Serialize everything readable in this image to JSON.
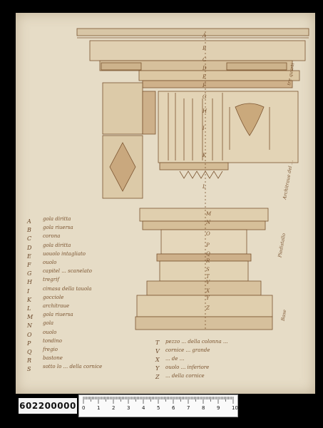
{
  "legend": [
    {
      "letter": "A",
      "text": "gola diritta"
    },
    {
      "letter": "B",
      "text": "gola riuersa"
    },
    {
      "letter": "C",
      "text": "corona"
    },
    {
      "letter": "D",
      "text": "gola diritta"
    },
    {
      "letter": "E",
      "text": "uouolo intagliato"
    },
    {
      "letter": "F",
      "text": "ouolo"
    },
    {
      "letter": "G",
      "text": "capitel ... scanelato"
    },
    {
      "letter": "H",
      "text": "tregrif"
    },
    {
      "letter": "I",
      "text": "cimasa della tauola"
    },
    {
      "letter": "K",
      "text": "gocciole"
    },
    {
      "letter": "L",
      "text": "architraue"
    },
    {
      "letter": "M",
      "text": "gola riuersa"
    },
    {
      "letter": "N",
      "text": "gola"
    },
    {
      "letter": "O",
      "text": "ouolo"
    },
    {
      "letter": "P",
      "text": "tondino"
    },
    {
      "letter": "Q",
      "text": "fregio"
    },
    {
      "letter": "R",
      "text": "bastone"
    },
    {
      "letter": "S",
      "text": "sotto lo ... della cornice"
    }
  ],
  "legend_right": [
    {
      "letter": "T",
      "text": "pezzo ... della colonna ..."
    },
    {
      "letter": "V",
      "text": "cornice ... grande"
    },
    {
      "letter": "X",
      "text": "... de ..."
    },
    {
      "letter": "Y",
      "text": "ouolo ... inferiore"
    },
    {
      "letter": "Z",
      "text": "... della cornice"
    }
  ],
  "drawing_letters": {
    "cornice": [
      "A",
      "B",
      "C",
      "D",
      "E",
      "F",
      "G",
      "H",
      "I",
      "K",
      "L"
    ],
    "base": [
      "M",
      "N",
      "O",
      "P",
      "Q",
      "R",
      "S",
      "T",
      "V",
      "X",
      "Y",
      "Z"
    ]
  },
  "side_notes": {
    "upper_right": "tre quarti",
    "upper_side": "Architraue del ... ",
    "lower_side": "Piedistallo",
    "bottom_right": "Base"
  },
  "catalog_code": "602200000",
  "ruler": {
    "numbers": [
      "0",
      "1",
      "2",
      "3",
      "4",
      "5",
      "6",
      "7",
      "8",
      "9",
      "10"
    ]
  },
  "colors": {
    "paper": "#e6dcc6",
    "ink": "#7b5430",
    "wash": "#c7a97f",
    "background": "#000000"
  }
}
